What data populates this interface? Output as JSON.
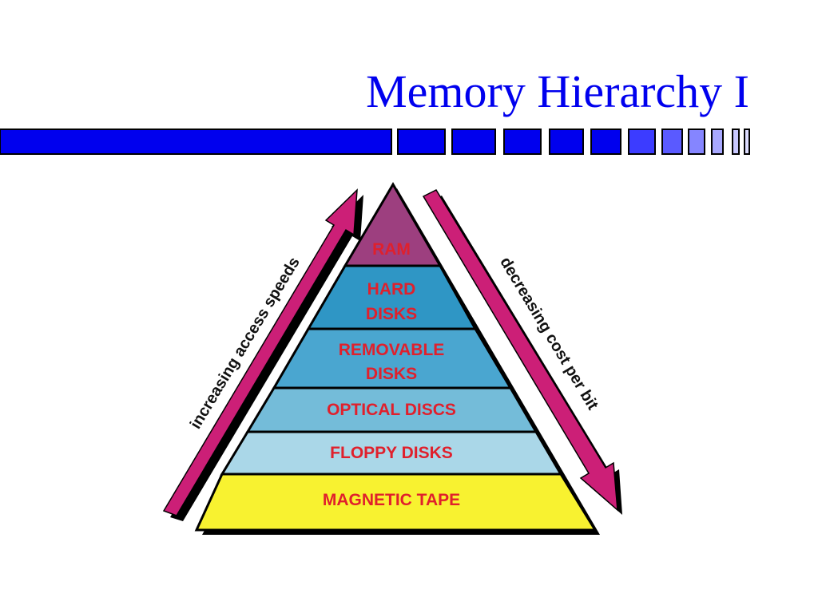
{
  "slide": {
    "title": "Memory Hierarchy I"
  },
  "colors": {
    "title": "#0000ee",
    "bar_blue": "#0000ee",
    "bar_light": "#5a5aff",
    "arrow": "#cc1f77",
    "label_red": "#e0202c",
    "ram": "#9d3f7f",
    "hard_disks": "#2f96c5",
    "removable_disks": "#4aa6d0",
    "optical_discs": "#74bcd9",
    "floppy_disks": "#aad7e8",
    "magnetic_tape": "#f8f230"
  },
  "pyramid": {
    "tiers": [
      {
        "lines": [
          "RAM"
        ]
      },
      {
        "lines": [
          "HARD",
          "DISKS"
        ]
      },
      {
        "lines": [
          "REMOVABLE",
          "DISKS"
        ]
      },
      {
        "lines": [
          "OPTICAL DISCS"
        ]
      },
      {
        "lines": [
          "FLOPPY DISKS"
        ]
      },
      {
        "lines": [
          "MAGNETIC TAPE"
        ]
      }
    ]
  },
  "arrows": {
    "left": {
      "label": "increasing access speeds",
      "direction": "up"
    },
    "right": {
      "label": "decreasing cost per bit",
      "direction": "down"
    }
  }
}
